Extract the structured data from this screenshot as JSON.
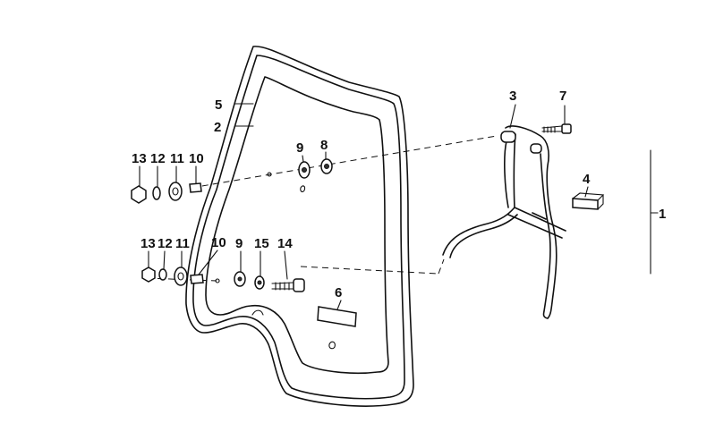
{
  "diagram": {
    "callouts": {
      "c1": "1",
      "c2": "2",
      "c3": "3",
      "c4": "4",
      "c5": "5",
      "c6": "6",
      "c7": "7",
      "c8": "8",
      "c9_top": "9",
      "c9_bottom": "9",
      "c10_top": "10",
      "c10_bottom": "10",
      "c11_top": "11",
      "c11_bottom": "11",
      "c12_top": "12",
      "c12_bottom": "12",
      "c13_top": "13",
      "c13_bottom": "13",
      "c14": "14",
      "c15": "15"
    }
  }
}
